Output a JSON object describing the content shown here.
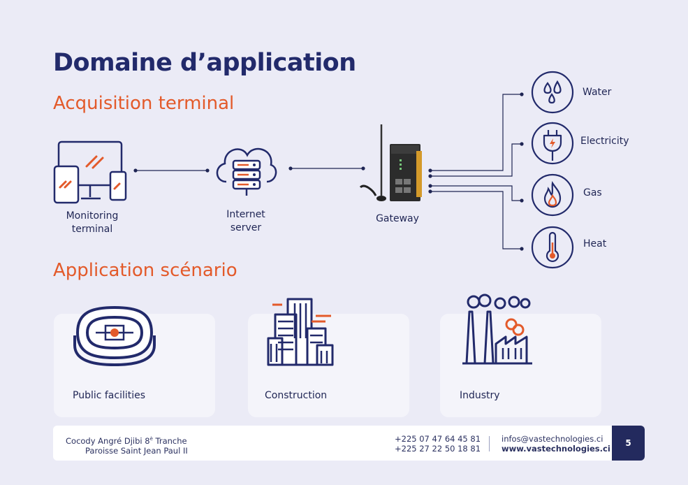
{
  "page_title": "Domaine d’application",
  "sections": {
    "acquisition": "Acquisition terminal",
    "scenario": "Application scénario"
  },
  "diagram": {
    "nodes": {
      "monitoring_line1": "Monitoring",
      "monitoring_line2": "terminal",
      "server_line1": "Internet",
      "server_line2": "server",
      "gateway": "Gateway"
    },
    "resources": [
      "Water",
      "Electricity",
      "Gas",
      "Heat"
    ]
  },
  "scenarios": [
    "Public facilities",
    "Construction",
    "Industry"
  ],
  "footer": {
    "address_line1": "Cocody Angré Djibi 8",
    "address_sup": "è",
    "address_line1_end": " Tranche",
    "address_line2": "Paroisse Saint Jean Paul II",
    "phone1": "+225 07 47 64 45 81",
    "phone2": "+225 27 22 50 18 81",
    "email": "infos@vastechnologies.ci",
    "website": "www.vastechnologies.ci",
    "page_number": "5"
  },
  "colors": {
    "navy": "#222a6b",
    "orange": "#e35a2a",
    "background": "#ebebf6"
  },
  "icons": {
    "monitoring": "devices-icon",
    "server": "cloud-server-icon",
    "gateway": "gateway-device-icon",
    "water": "water-drops-icon",
    "electricity": "plug-icon",
    "gas": "flame-icon",
    "heat": "thermometer-icon",
    "public": "stadium-icon",
    "construction": "buildings-icon",
    "industry": "factory-icon"
  }
}
